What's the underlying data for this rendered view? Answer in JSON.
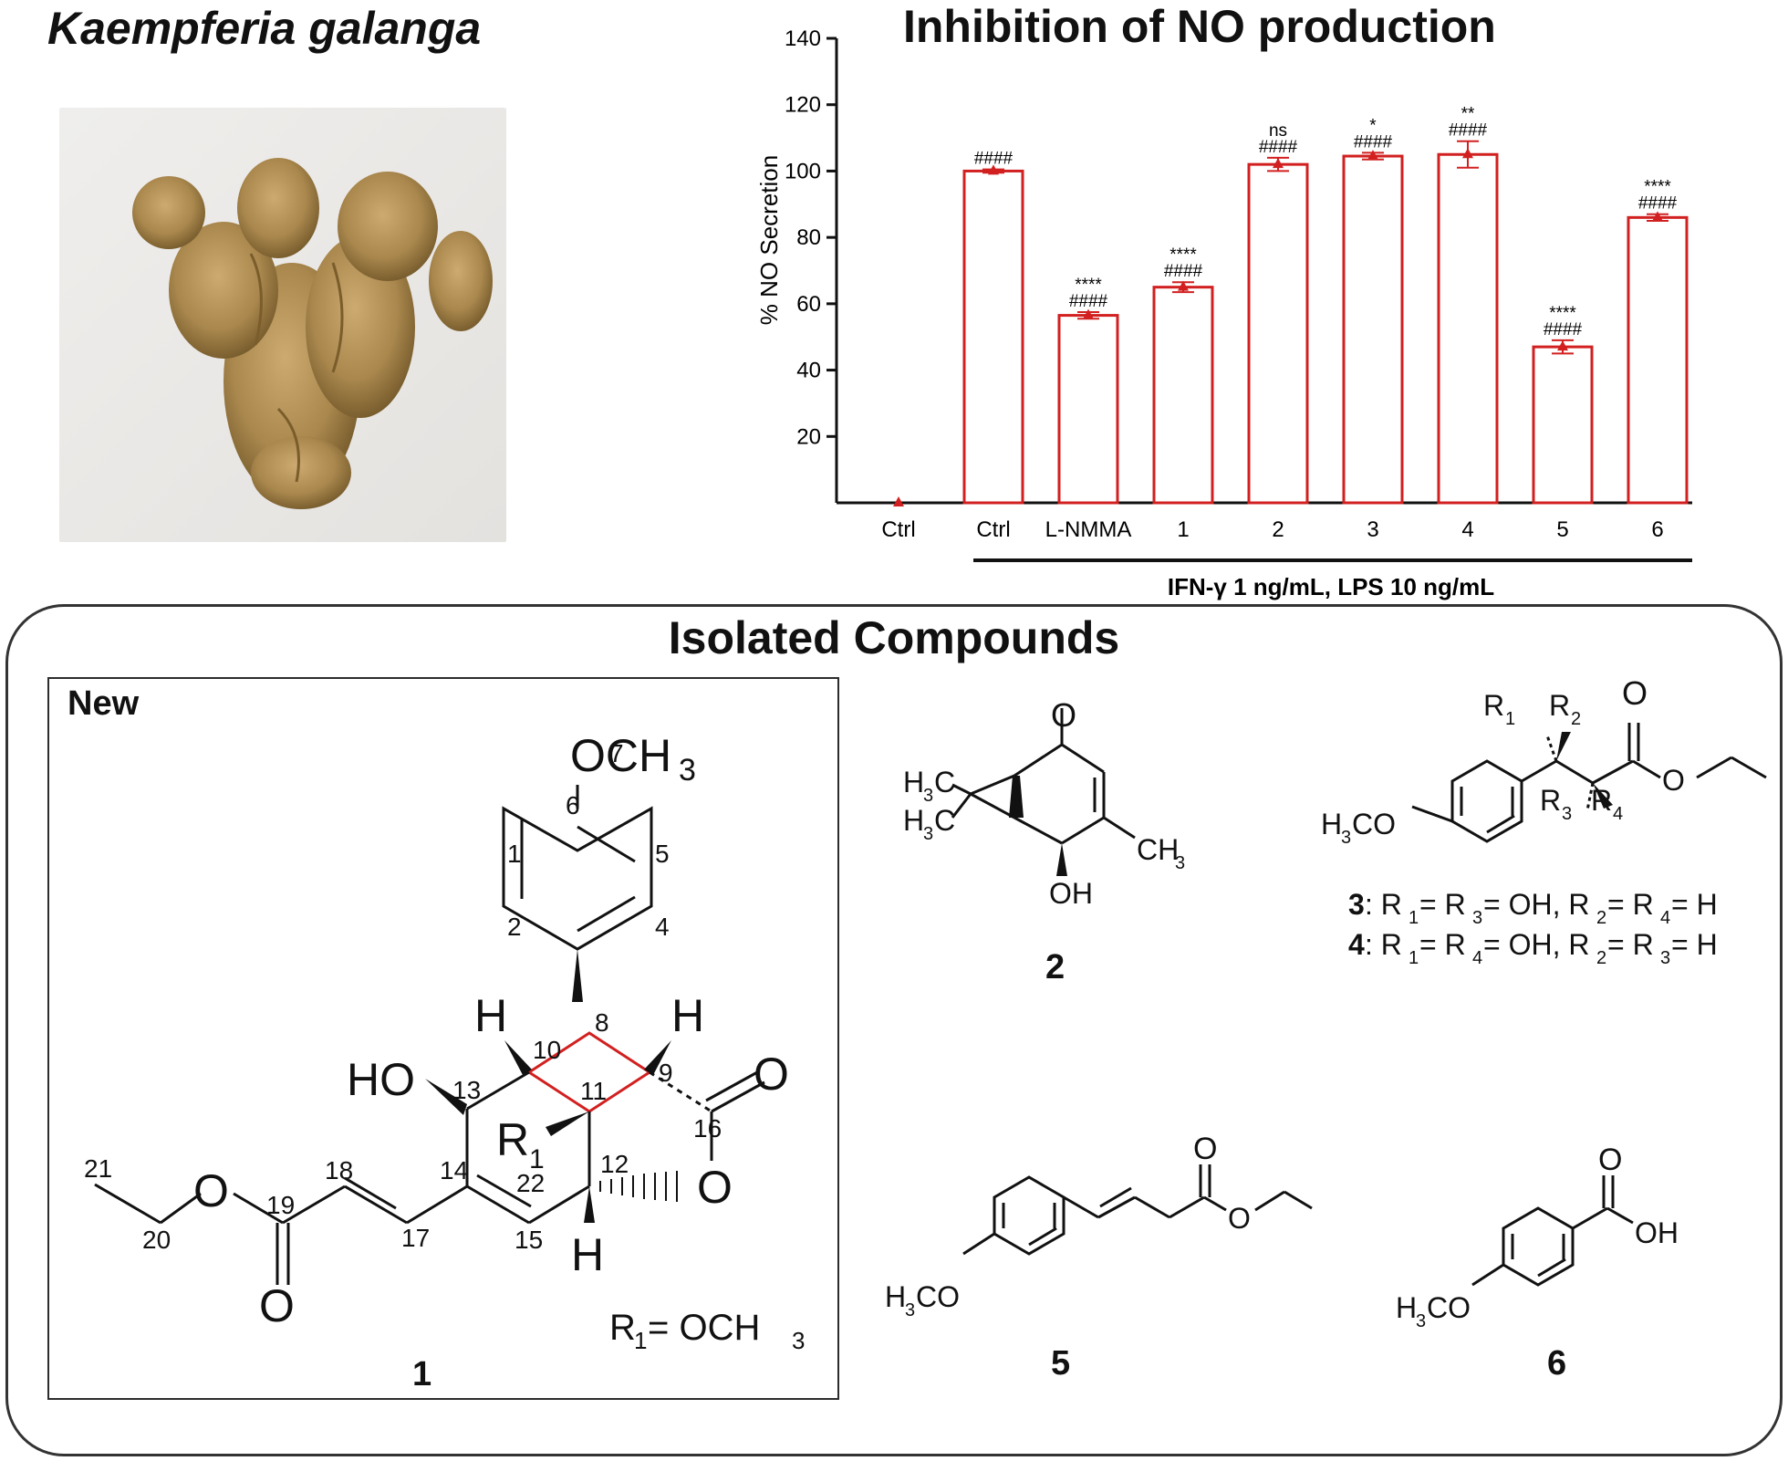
{
  "header": {
    "species": "Kaempferia galanga",
    "chart_title": "Inhibition of NO production"
  },
  "photo": {
    "description_icon": "ginger-rhizome-photo"
  },
  "chart_data": {
    "type": "bar",
    "title": "Inhibition of NO production",
    "ylabel": "% NO Secretion",
    "ylim": [
      0,
      140
    ],
    "yticks": [
      20,
      40,
      60,
      80,
      100,
      120,
      140
    ],
    "categories": [
      "Ctrl",
      "Ctrl",
      "L-NMMA",
      "1",
      "2",
      "3",
      "4",
      "5",
      "6"
    ],
    "values": [
      0,
      100,
      56.5,
      65,
      102,
      104.5,
      105,
      47,
      86
    ],
    "errors": [
      0,
      0.5,
      1,
      1.5,
      2,
      1,
      4,
      2,
      1
    ],
    "annotations": [
      [
        "",
        ""
      ],
      [
        "",
        "####"
      ],
      [
        "****",
        "####"
      ],
      [
        "****",
        "####"
      ],
      [
        "ns",
        "####"
      ],
      [
        "*",
        "####"
      ],
      [
        "**",
        "####"
      ],
      [
        "****",
        "####"
      ],
      [
        "****",
        "####"
      ]
    ],
    "treatment_label": "IFN-γ 1 ng/mL, LPS 10 ng/mL",
    "bar_color": "#d22020"
  },
  "compounds": {
    "panel_title": "Isolated Compounds",
    "new_label": "New",
    "c1": {
      "label": "1",
      "och3": "OCH",
      "och3_sub": "3",
      "r1_line_a": "R",
      "r1_line_b": "1",
      "r1_line_c": " = OCH",
      "r1_line_d": "3",
      "ho": "HO",
      "h": "H",
      "o": "O",
      "r": "R",
      "r_sub": "1",
      "numbers": [
        "1",
        "2",
        "4",
        "5",
        "6",
        "7",
        "8",
        "9",
        "10",
        "11",
        "12",
        "13",
        "14",
        "15",
        "16",
        "17",
        "18",
        "19",
        "20",
        "21",
        "22"
      ]
    },
    "c2": {
      "label": "2",
      "h3c": "H",
      "sub3": "3",
      "c": "C",
      "ch": "CH",
      "oh": "OH",
      "o": "O"
    },
    "c3c4": {
      "h3co": "H",
      "sub3": "3",
      "co": "CO",
      "o": "O",
      "r": "R",
      "l3_num": "3",
      "l3_text_a": " : R",
      "l3_text_b": " = R",
      "l3_text_c": " = OH, R",
      "l3_text_d": " = R",
      "l3_text_e": " = H",
      "l4_num": "4",
      "l4_text_a": " : R",
      "l4_text_b": " = R",
      "l4_text_c": " = OH, R",
      "l4_text_d": " = R",
      "l4_text_e": " = H",
      "s1": "1",
      "s2": "2",
      "s3": "3",
      "s4": "4"
    },
    "c5": {
      "label": "5",
      "h3co": "H",
      "sub3": "3",
      "co": "CO",
      "o": "O"
    },
    "c6": {
      "label": "6",
      "h3co": "H",
      "sub3": "3",
      "co": "CO",
      "o": "O",
      "oh": "OH"
    }
  },
  "colors": {
    "red": "#d22020",
    "black": "#111111"
  }
}
